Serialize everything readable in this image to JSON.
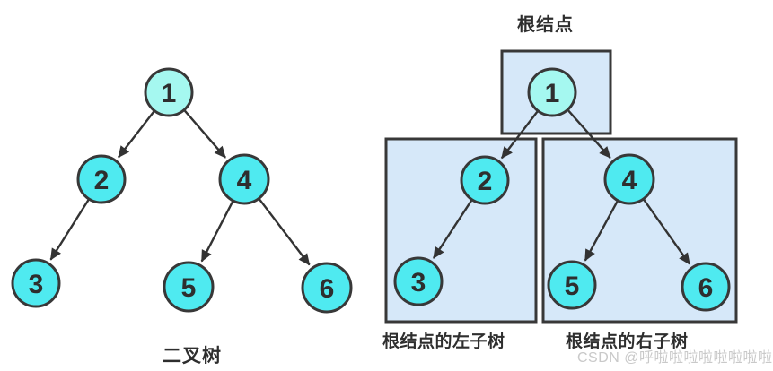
{
  "figure": {
    "left_tree": {
      "caption": "二叉树",
      "nodes": [
        {
          "value": "1"
        },
        {
          "value": "2"
        },
        {
          "value": "4"
        },
        {
          "value": "3"
        },
        {
          "value": "5"
        },
        {
          "value": "6"
        }
      ]
    },
    "right_tree": {
      "root_label": "根结点",
      "left_subtree_label": "根结点的左子树",
      "right_subtree_label": "根结点的右子树",
      "nodes": [
        {
          "value": "1"
        },
        {
          "value": "2"
        },
        {
          "value": "4"
        },
        {
          "value": "3"
        },
        {
          "value": "5"
        },
        {
          "value": "6"
        }
      ]
    },
    "edges": [
      [
        0,
        1
      ],
      [
        0,
        2
      ],
      [
        1,
        3
      ],
      [
        2,
        4
      ],
      [
        2,
        5
      ]
    ]
  },
  "watermark": "CSDN @呼啦啦啦啦啦啦啦啦",
  "colors": {
    "node_fill": "#4feaf0",
    "root_node_fill": "#a5f8f0",
    "box_fill": "#d6e8f9",
    "outline": "#383838",
    "arrow": "#333333",
    "label_text": "#2e2e2e",
    "watermark_text": "#c9c9c9"
  }
}
